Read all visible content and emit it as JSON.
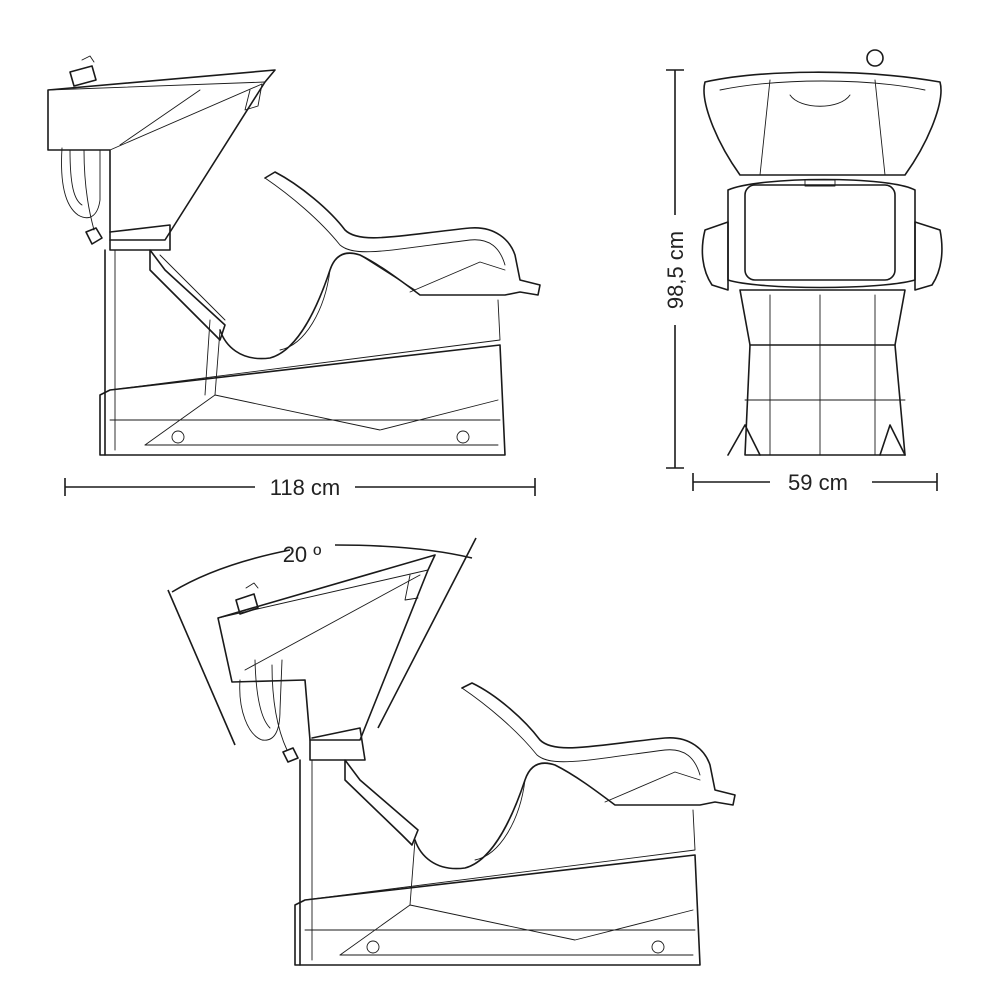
{
  "dimensions": {
    "length": "118 cm",
    "height": "98,5 cm",
    "width": "59 cm",
    "tilt_angle": "20 º"
  },
  "colors": {
    "line": "#1a1a1a",
    "background": "#ffffff"
  }
}
